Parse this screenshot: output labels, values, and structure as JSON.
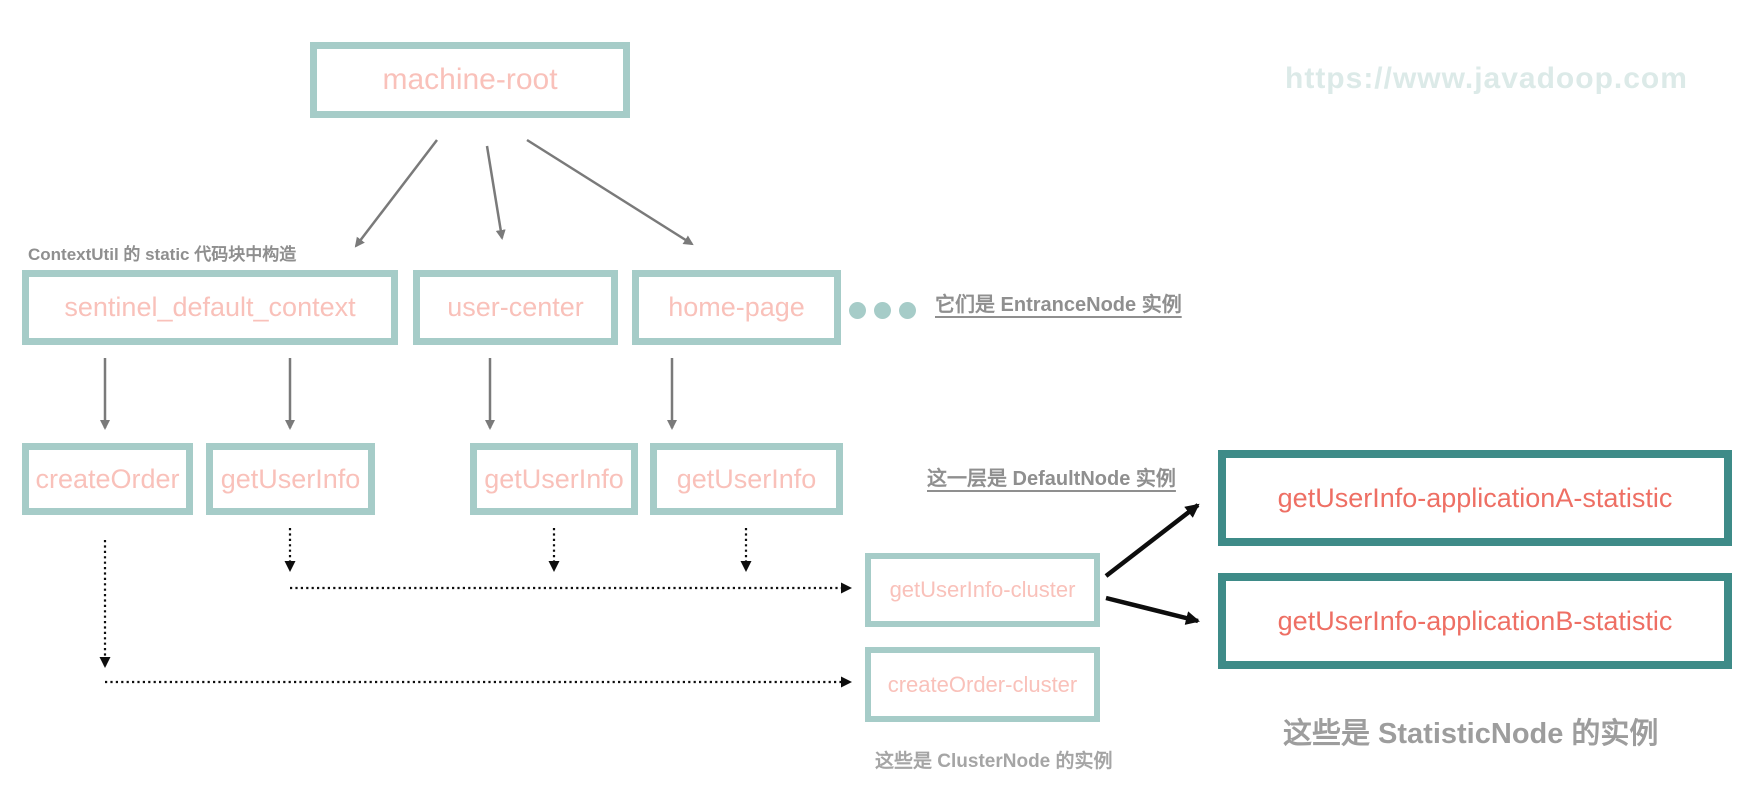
{
  "watermark": "https://www.javadoop.com",
  "nodes": {
    "machine_root": "machine-root",
    "entrance": [
      "sentinel_default_context",
      "user-center",
      "home-page"
    ],
    "default_layer": [
      "createOrder",
      "getUserInfo",
      "getUserInfo",
      "getUserInfo"
    ],
    "cluster": [
      "getUserInfo-cluster",
      "createOrder-cluster"
    ],
    "statistic": [
      "getUserInfo-applicationA-statistic",
      "getUserInfo-applicationB-statistic"
    ]
  },
  "annotations": {
    "context_util": "ContextUtil 的 static 代码块中构造",
    "entrance_note": "它们是 EntranceNode 实例",
    "default_note": "这一层是 DefaultNode 实例",
    "cluster_note": "这些是 ClusterNode 的实例",
    "statistic_note": "这些是 StatisticNode 的实例"
  },
  "icons": {
    "ellipsis": "ellipsis-dots-icon"
  },
  "colors": {
    "light_teal_border": "#a6ccc8",
    "dark_teal_border": "#3e8b88",
    "pink_text": "#f9c1ba",
    "red_text": "#ee6f64",
    "gray_text": "#8f8f8f",
    "arrow_gray": "#7a7a7a",
    "arrow_black": "#0d0d0d",
    "watermark": "#dceae8"
  }
}
